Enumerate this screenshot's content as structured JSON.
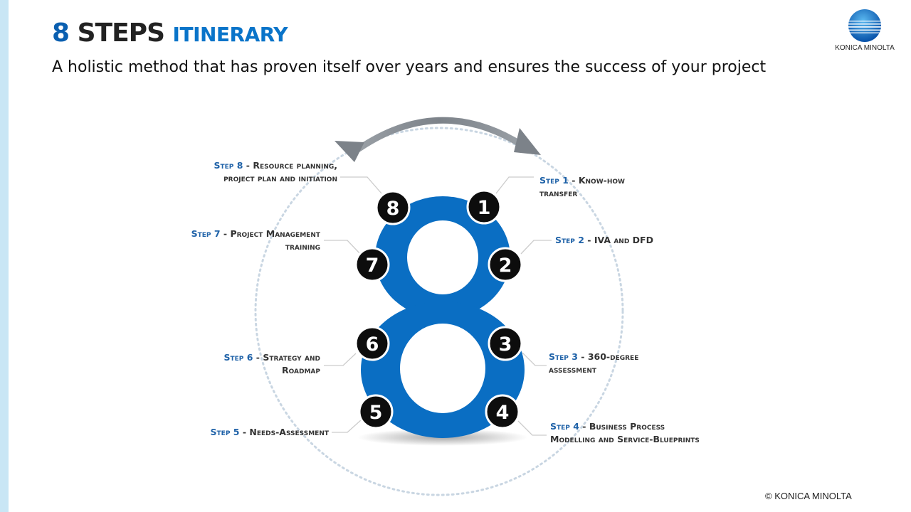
{
  "header": {
    "title_num": "8",
    "title_word": "STEPS",
    "title_sub": "ITINERARY",
    "subtitle": "A holistic method that has proven itself over years and ensures the success of your project"
  },
  "logo": {
    "icon": "globe-logo-icon",
    "text": "KONICA MINOLTA"
  },
  "footer": {
    "copyright": "© KONICA MINOLTA"
  },
  "colors": {
    "brand_blue": "#0a6ec3",
    "step_label_blue": "#1f62a8",
    "circle_dark": "#0d0d0d",
    "arrow_gray": "#8a8f96"
  },
  "steps": [
    {
      "label": "Step 1",
      "sep": " - ",
      "text": "Know-how transfer",
      "badge": "1"
    },
    {
      "label": "Step 2",
      "sep": " - ",
      "text": "IVA and DFD",
      "badge": "2"
    },
    {
      "label": "Step 3",
      "sep": " - ",
      "text": "360-degree assessment",
      "badge": "3"
    },
    {
      "label": "Step 4",
      "sep": " - ",
      "text": "Business Process Modelling and Service-Blueprints",
      "badge": "4"
    },
    {
      "label": "Step 5",
      "sep": " - ",
      "text": "Needs-Assessment",
      "badge": "5"
    },
    {
      "label": "Step 6",
      "sep": " - ",
      "text": "Strategy and Roadmap",
      "badge": "6"
    },
    {
      "label": "Step 7",
      "sep": " - ",
      "text": "Project Management training",
      "badge": "7"
    },
    {
      "label": "Step 8",
      "sep": " - ",
      "text": "Resource planning, project plan and initiation",
      "badge": "8"
    }
  ]
}
